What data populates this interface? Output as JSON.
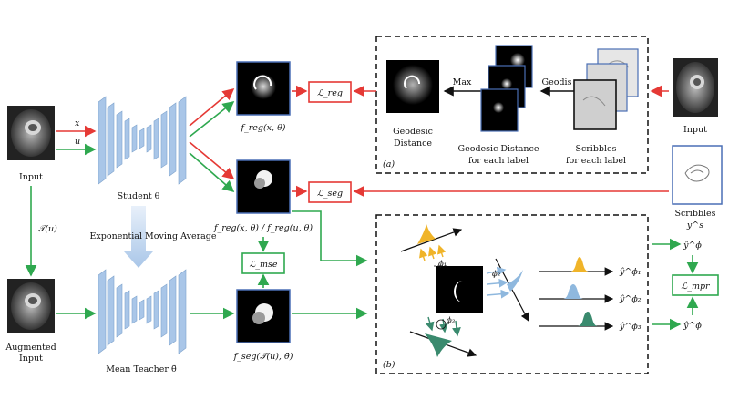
{
  "labels": {
    "input_left": "Input",
    "x_var": "x",
    "u_var": "u",
    "student": "Student θ",
    "ema": "Exponential Moving Average",
    "transform": "𝒯(u)",
    "augmented_line1": "Augmented",
    "augmented_line2": "Input",
    "teacher": "Mean Teacher θ̄",
    "f_reg": "f_reg(x, θ)",
    "f_reg_pair": "f_reg(x, θ) / f_reg(u, θ)",
    "f_seg": "f_seg(𝒯(u), θ̄)",
    "loss_reg": "ℒ_reg",
    "loss_seg": "ℒ_seg",
    "loss_mse": "ℒ_mse",
    "loss_mpr": "ℒ_mpr",
    "max": "Max",
    "geodis": "Geodis",
    "geo_dist_line1": "Geodesic",
    "geo_dist_line2": "Distance",
    "geo_each_line1": "Geodesic Distance",
    "geo_each_line2": "for each label",
    "scrib_each_line1": "Scribbles",
    "scrib_each_line2": "for each label",
    "panel_a": "(a)",
    "panel_b": "(b)",
    "input_right": "Input",
    "scribbles": "Scribbles",
    "ys": "y^s",
    "phi1": "ϕ₁",
    "phi2": "ϕ₂",
    "phi3": "ϕ₃",
    "yhat_phi1": "ŷ^ϕ₁",
    "yhat_phi2": "ŷ^ϕ₂",
    "yhat_phi3": "ŷ^ϕ₃",
    "yhat_phi_top": "ŷ^ϕ",
    "yhat_phi_bottom": "ŷ^ϕ"
  },
  "colors": {
    "red": "#e53935",
    "green": "#2fa84f",
    "blue_box": "#4a6fb5",
    "net_blue": "#a9c6e8",
    "orange": "#f0b429",
    "lightblue": "#8fb8de",
    "teal": "#3a8a6e"
  }
}
